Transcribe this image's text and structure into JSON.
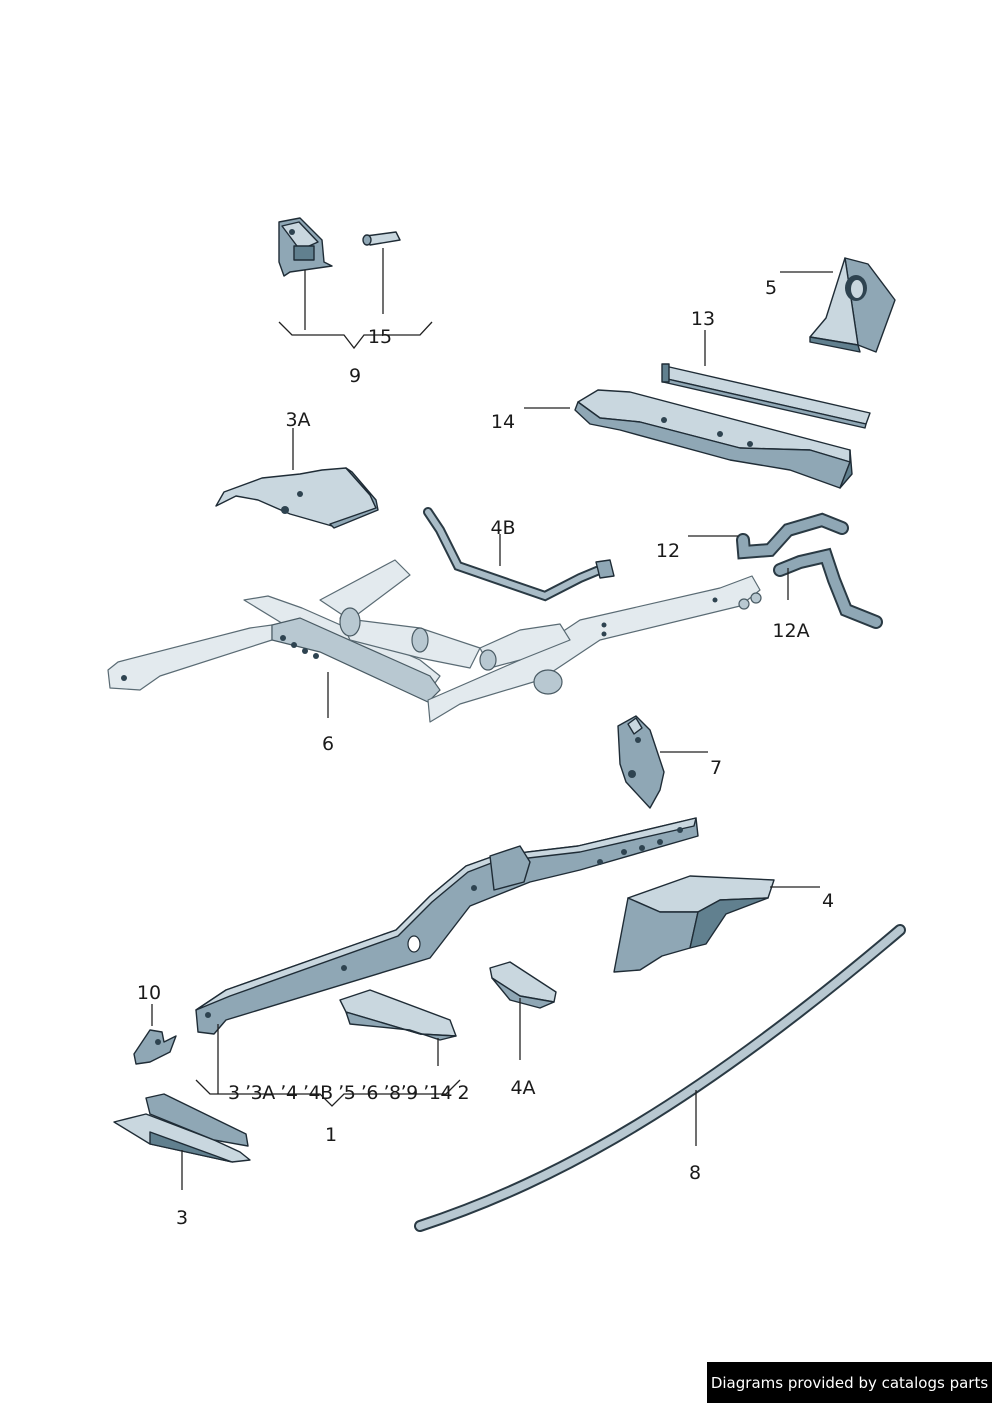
{
  "callouts": {
    "c1": "1",
    "c3": "3",
    "c3a": "3A",
    "c4": "4",
    "c4a": "4A",
    "c4b": "4B",
    "c5": "5",
    "c6": "6",
    "c7": "7",
    "c8": "8",
    "c9": "9",
    "c10": "10",
    "c12": "12",
    "c12a": "12A",
    "c13": "13",
    "c14": "14",
    "c15": "15"
  },
  "group_list": "3 ʼ3A  ʼ4 ʼ4B  ʼ5 ʼ6 ʼ8ʼ9 ʼ14 2",
  "footer": "Diagrams provided by catalogs parts",
  "colors": {
    "part": "#8fa7b5",
    "part_light": "#c9d7df",
    "frame": "#e3eaee",
    "outline": "#1f2c36"
  }
}
